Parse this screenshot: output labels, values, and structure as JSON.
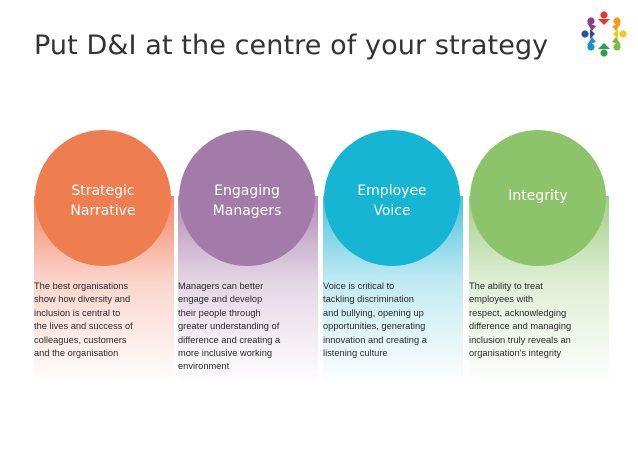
{
  "slide": {
    "title": "Put D&I at the centre of your strategy",
    "logo_icon": "people-circle-logo-icon"
  },
  "pillars": [
    {
      "heading": "Strategic\nNarrative",
      "color": "#EE7D4F",
      "fade_color": "#F2876A",
      "description": "The best organisations\nshow how diversity and\ninclusion is central to\nthe lives and success of\ncolleagues, customers\nand the organisation"
    },
    {
      "heading": "Engaging\nManagers",
      "color": "#A37BA8",
      "fade_color": "#B28BB6",
      "description": "Managers can better\nengage and develop\ntheir people through\ngreater understanding of\ndifference and creating a\nmore inclusive working\nenvironment"
    },
    {
      "heading": "Employee\nVoice",
      "color": "#16B5D4",
      "fade_color": "#4EC3DC",
      "description": "Voice is critical to\ntackling discrimination\nand bullying, opening up\nopportunities, generating\ninnovation and creating a\nlistening culture"
    },
    {
      "heading": "Integrity",
      "color": "#8DC46B",
      "fade_color": "#A2D087",
      "description": "The ability to treat\nemployees with\nrespect, acknowledging\ndifference and managing\ninclusion truly reveals an\norganisation's integrity"
    }
  ]
}
